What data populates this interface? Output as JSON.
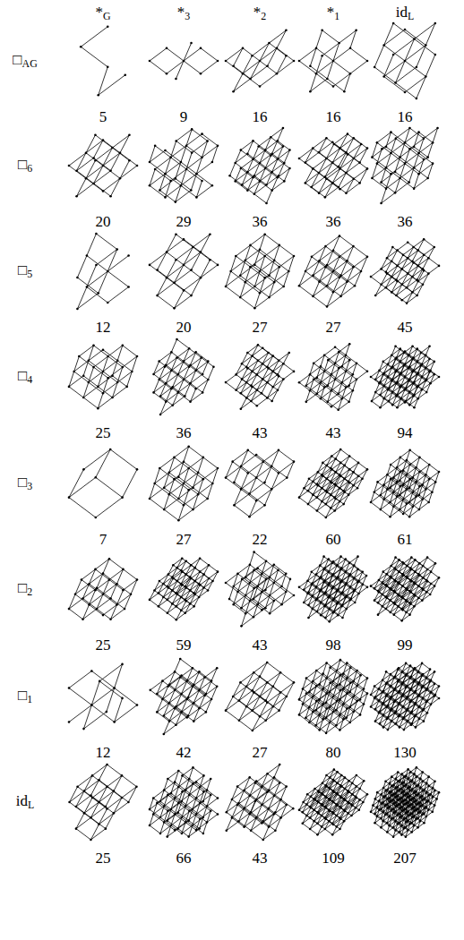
{
  "diagram": {
    "labels": [
      "*G",
      "*3",
      "*2",
      "*1",
      "idL",
      "□AG",
      "5",
      "9",
      "16",
      "16",
      "16",
      "□6",
      "20",
      "29",
      "36",
      "36",
      "36",
      "□5",
      "12",
      "20",
      "27",
      "27",
      "45",
      "□4",
      "25",
      "36",
      "43",
      "43",
      "94",
      "□3",
      "7",
      "27",
      "22",
      "60",
      "61",
      "□2",
      "25",
      "59",
      "43",
      "98",
      "99",
      "□1",
      "12",
      "42",
      "27",
      "80",
      "130",
      "idL",
      "25",
      "66",
      "43",
      "109",
      "207"
    ]
  }
}
